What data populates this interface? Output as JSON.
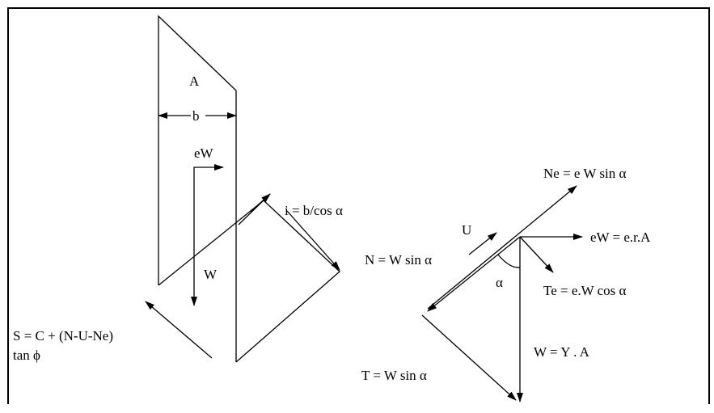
{
  "labels": {
    "slice_area": "A",
    "width": "b",
    "horizontal_force": "eW",
    "weight": "W",
    "base_length": "i = b/cos α",
    "shear_line1": "S = C + (N-U-Ne)",
    "shear_line2": "tan ϕ",
    "ne_force": "Ne = e W sin α",
    "uplift": "U",
    "normal_force": "N = W sin α",
    "ew_force": "eW = e.r.A",
    "angle": "α",
    "te_force": "Te = e.W cos α",
    "w_vector": "W = Y . A",
    "t_force": "T = W sin α"
  }
}
